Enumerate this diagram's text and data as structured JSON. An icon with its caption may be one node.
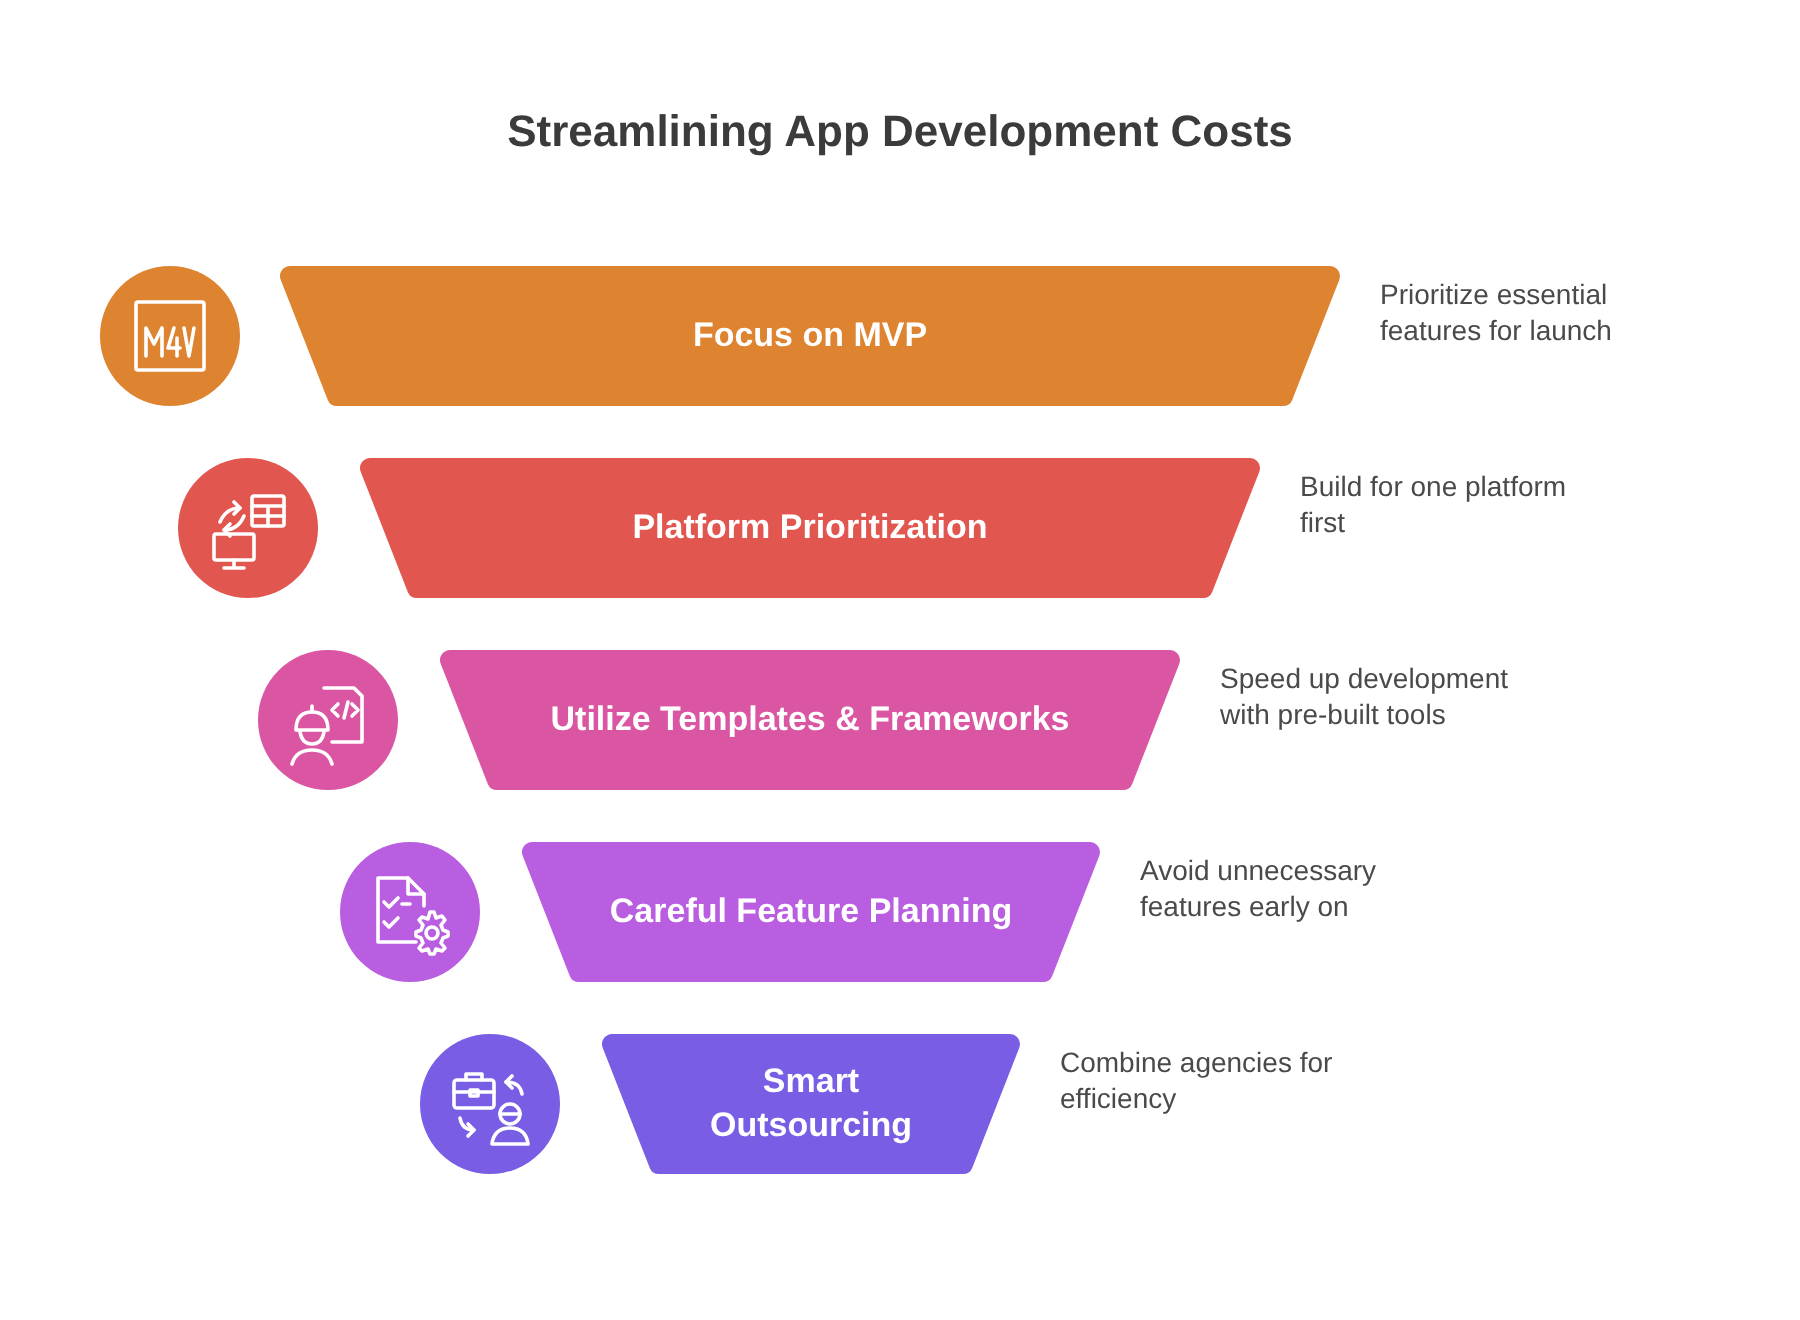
{
  "diagram": {
    "title": "Streamlining App Development Costs",
    "nodes": [
      {
        "text": [
          "Focus on MVP"
        ],
        "beside": [
          "Prioritize essential features for launch"
        ]
      },
      {
        "text": [
          "Platform Prioritization"
        ],
        "beside": [
          "Build for one platform first"
        ]
      },
      {
        "text": [
          "Utilize Templates & Frameworks"
        ],
        "beside": [
          "Speed up development with pre-built tools"
        ]
      },
      {
        "text": [
          "Careful Feature Planning"
        ],
        "beside": [
          "Avoid unnecessary features early on"
        ]
      },
      {
        "text": [
          "Smart Outsourcing"
        ],
        "beside": [
          "Combine agencies for efficiency"
        ]
      }
    ],
    "edges": []
  }
}
